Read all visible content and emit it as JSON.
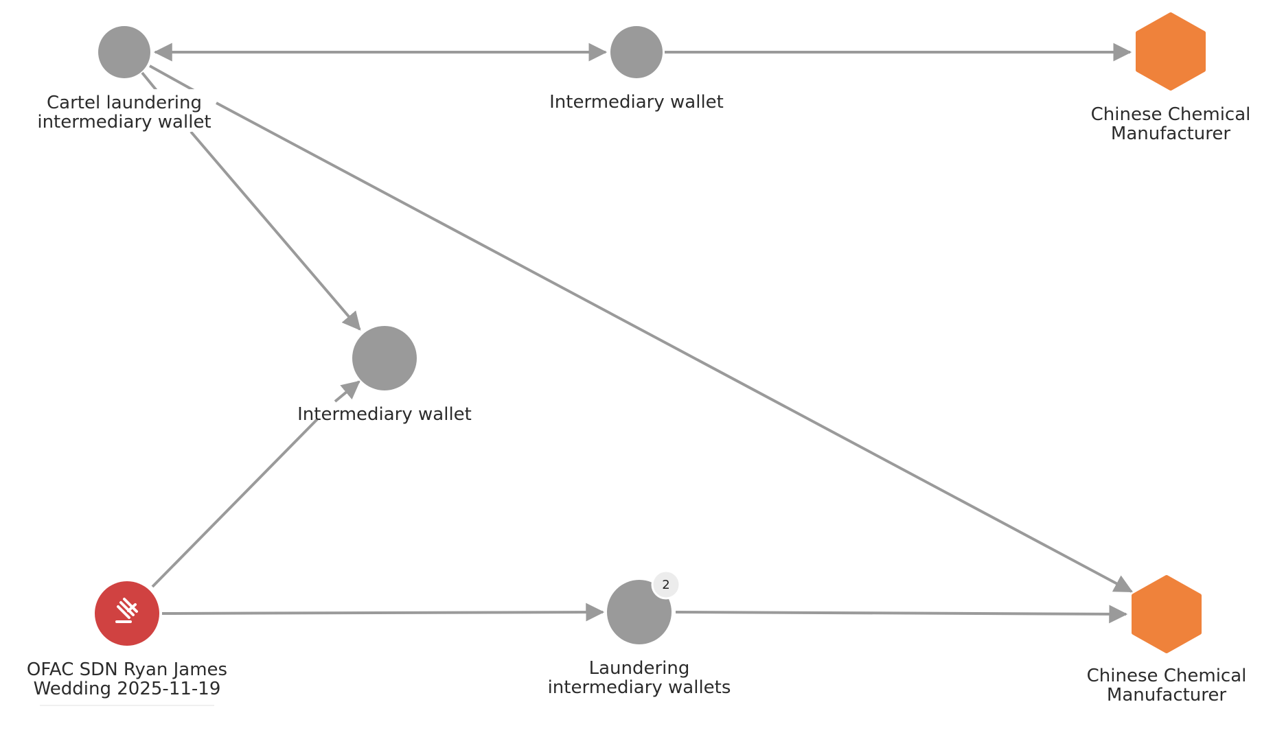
{
  "colors": {
    "wallet": "#9a9a9a",
    "edge": "#9a9a9a",
    "manufacturer": "#ef823b",
    "sanctioned": "#d04241",
    "badge_fill": "#ececec"
  },
  "nodes": {
    "cartel_wallet": {
      "label_line1": "Cartel laundering",
      "label_line2": "intermediary wallet",
      "kind": "wallet"
    },
    "intermediary_top": {
      "label_line1": "Intermediary wallet",
      "kind": "wallet"
    },
    "manufacturer_top": {
      "label_line1": "Chinese Chemical",
      "label_line2": "Manufacturer",
      "kind": "manufacturer"
    },
    "intermediary_middle": {
      "label_line1": "Intermediary wallet",
      "kind": "wallet"
    },
    "ofac_sdn": {
      "label_line1": "OFAC SDN Ryan James",
      "label_line2": "Wedding 2025-11-19",
      "kind": "sanctioned",
      "icon": "gavel-icon"
    },
    "laundering_wallets": {
      "label_line1": "Laundering",
      "label_line2": "intermediary wallets",
      "kind": "wallet",
      "badge_count": "2"
    },
    "manufacturer_bottom": {
      "label_line1": "Chinese Chemical",
      "label_line2": "Manufacturer",
      "kind": "manufacturer"
    }
  },
  "edges": [
    {
      "from": "cartel_wallet",
      "to": "intermediary_top",
      "bidirectional": true
    },
    {
      "from": "intermediary_top",
      "to": "manufacturer_top",
      "bidirectional": false
    },
    {
      "from": "cartel_wallet",
      "to": "intermediary_middle",
      "bidirectional": false
    },
    {
      "from": "cartel_wallet",
      "to": "manufacturer_bottom",
      "bidirectional": false
    },
    {
      "from": "ofac_sdn",
      "to": "intermediary_middle",
      "bidirectional": false
    },
    {
      "from": "ofac_sdn",
      "to": "laundering_wallets",
      "bidirectional": false
    },
    {
      "from": "laundering_wallets",
      "to": "manufacturer_bottom",
      "bidirectional": false
    }
  ]
}
